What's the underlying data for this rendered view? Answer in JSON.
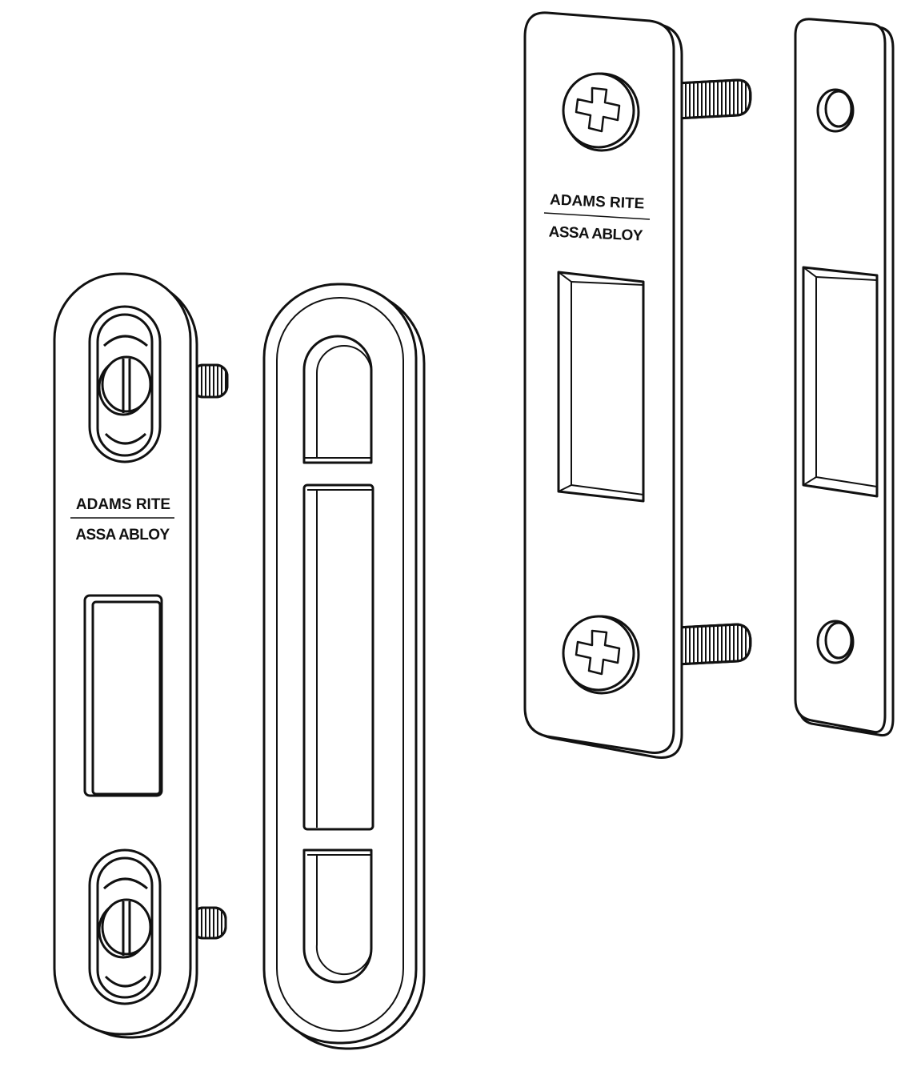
{
  "strike_rounded": {
    "brand_top": "ADAMS RITE",
    "brand_bottom": "ASSA ABLOY"
  },
  "strike_square": {
    "brand_top": "ADAMS RITE",
    "brand_bottom": "ASSA ABLOY"
  },
  "colors": {
    "line": "#111111",
    "fill": "#ffffff"
  }
}
